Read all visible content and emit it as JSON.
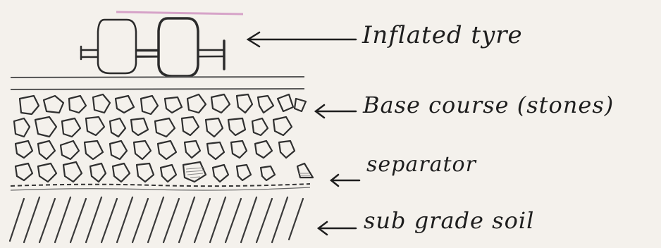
{
  "labels": {
    "tyre": "Inflated tyre",
    "base": "Base course (stones)",
    "separator": "separator",
    "soil": "sub grade soil"
  },
  "colors": {
    "paper": "#f4f1ec",
    "ink": "#1e1e1e",
    "pencil": "#4a4a4a",
    "highlight": "#d6a3c8"
  }
}
